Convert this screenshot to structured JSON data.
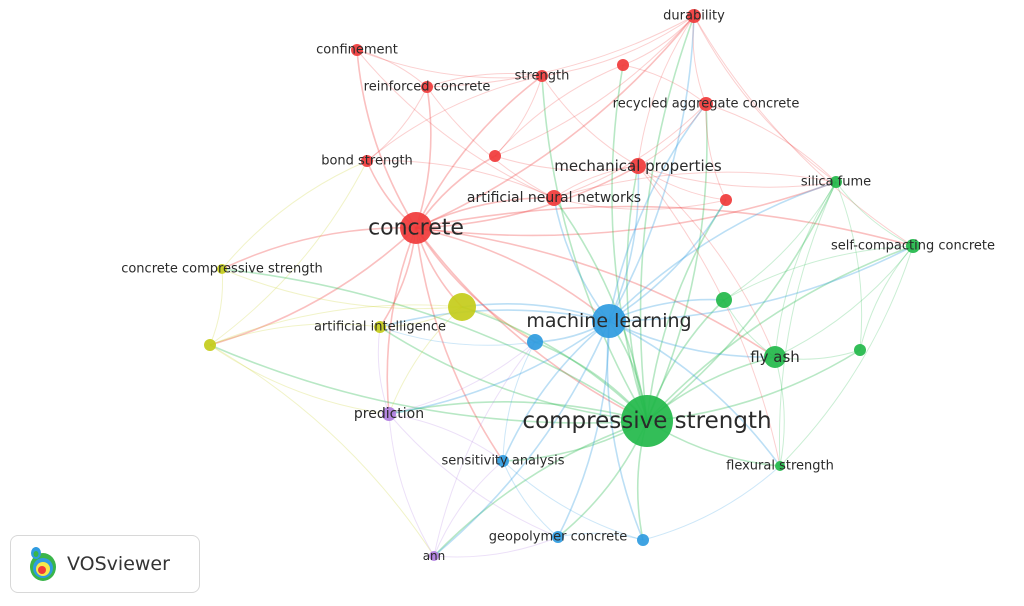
{
  "clusters": {
    "red": "#f03a3a",
    "green": "#22b84a",
    "blue": "#2f9be0",
    "yellow": "#c4cc1a",
    "purple": "#b07ee0"
  },
  "nodes": [
    {
      "id": "concrete",
      "label": "concrete",
      "cluster": "red",
      "weight": 30
    },
    {
      "id": "confinement",
      "label": "confinement",
      "cluster": "red",
      "weight": 7
    },
    {
      "id": "reinforced_concrete",
      "label": "reinforced concrete",
      "cluster": "red",
      "weight": 8
    },
    {
      "id": "strength",
      "label": "strength",
      "cluster": "red",
      "weight": 8
    },
    {
      "id": "durability",
      "label": "durability",
      "cluster": "red",
      "weight": 8
    },
    {
      "id": "recycled_aggregate_concrete",
      "label": "recycled aggregate concrete",
      "cluster": "red",
      "weight": 9
    },
    {
      "id": "red_unlabeled_1",
      "label": "",
      "cluster": "red",
      "weight": 6
    },
    {
      "id": "red_unlabeled_2",
      "label": "",
      "cluster": "red",
      "weight": 7
    },
    {
      "id": "red_unlabeled_3",
      "label": "",
      "cluster": "red",
      "weight": 6
    },
    {
      "id": "bond_strength",
      "label": "bond strength",
      "cluster": "red",
      "weight": 7
    },
    {
      "id": "mechanical_properties",
      "label": "mechanical properties",
      "cluster": "red",
      "weight": 10
    },
    {
      "id": "artificial_neural_networks",
      "label": "artificial neural networks",
      "cluster": "red",
      "weight": 9
    },
    {
      "id": "silica_fume",
      "label": "silica fume",
      "cluster": "green",
      "weight": 7
    },
    {
      "id": "self_compacting_concrete",
      "label": "self-compacting concrete",
      "cluster": "green",
      "weight": 8
    },
    {
      "id": "green_unlabeled_1",
      "label": "",
      "cluster": "green",
      "weight": 8
    },
    {
      "id": "green_unlabeled_2",
      "label": "",
      "cluster": "green",
      "weight": 6
    },
    {
      "id": "fly_ash",
      "label": "fly ash",
      "cluster": "green",
      "weight": 12
    },
    {
      "id": "compressive_strength",
      "label": "compressive strength",
      "cluster": "green",
      "weight": 50
    },
    {
      "id": "flexural_strength",
      "label": "flexural strength",
      "cluster": "green",
      "weight": 7
    },
    {
      "id": "machine_learning",
      "label": "machine learning",
      "cluster": "blue",
      "weight": 30
    },
    {
      "id": "blue_unlabeled_1",
      "label": "",
      "cluster": "blue",
      "weight": 9
    },
    {
      "id": "sensitivity_analysis",
      "label": "sensitivity analysis",
      "cluster": "blue",
      "weight": 8
    },
    {
      "id": "geopolymer_concrete",
      "label": "geopolymer concrete",
      "cluster": "blue",
      "weight": 7
    },
    {
      "id": "blue_unlabeled_2",
      "label": "",
      "cluster": "blue",
      "weight": 6
    },
    {
      "id": "concrete_compressive_strength",
      "label": "concrete compressive strength",
      "cluster": "yellow",
      "weight": 6
    },
    {
      "id": "artificial_intelligence",
      "label": "artificial intelligence",
      "cluster": "yellow",
      "weight": 8
    },
    {
      "id": "yellow_unlabeled_1",
      "label": "",
      "cluster": "yellow",
      "weight": 20
    },
    {
      "id": "yellow_unlabeled_2",
      "label": "",
      "cluster": "yellow",
      "weight": 7
    },
    {
      "id": "prediction",
      "label": "prediction",
      "cluster": "purple",
      "weight": 9
    },
    {
      "id": "ann",
      "label": "ann",
      "cluster": "purple",
      "weight": 6
    }
  ],
  "links": [
    [
      "concrete",
      "compressive_strength"
    ],
    [
      "concrete",
      "machine_learning"
    ],
    [
      "concrete",
      "yellow_unlabeled_1"
    ],
    [
      "concrete",
      "confinement"
    ],
    [
      "concrete",
      "reinforced_concrete"
    ],
    [
      "concrete",
      "strength"
    ],
    [
      "concrete",
      "durability"
    ],
    [
      "concrete",
      "bond_strength"
    ],
    [
      "concrete",
      "mechanical_properties"
    ],
    [
      "concrete",
      "artificial_neural_networks"
    ],
    [
      "concrete",
      "concrete_compressive_strength"
    ],
    [
      "concrete",
      "yellow_unlabeled_2"
    ],
    [
      "concrete",
      "prediction"
    ],
    [
      "concrete",
      "fly_ash"
    ],
    [
      "concrete",
      "silica_fume"
    ],
    [
      "concrete",
      "self_compacting_concrete"
    ],
    [
      "concrete",
      "sensitivity_analysis"
    ],
    [
      "concrete",
      "artificial_intelligence"
    ],
    [
      "concrete",
      "blue_unlabeled_1"
    ],
    [
      "concrete",
      "red_unlabeled_2"
    ],
    [
      "compressive_strength",
      "machine_learning"
    ],
    [
      "compressive_strength",
      "fly_ash"
    ],
    [
      "compressive_strength",
      "silica_fume"
    ],
    [
      "compressive_strength",
      "self_compacting_concrete"
    ],
    [
      "compressive_strength",
      "flexural_strength"
    ],
    [
      "compressive_strength",
      "green_unlabeled_1"
    ],
    [
      "compressive_strength",
      "green_unlabeled_2"
    ],
    [
      "compressive_strength",
      "geopolymer_concrete"
    ],
    [
      "compressive_strength",
      "blue_unlabeled_2"
    ],
    [
      "compressive_strength",
      "sensitivity_analysis"
    ],
    [
      "compressive_strength",
      "prediction"
    ],
    [
      "compressive_strength",
      "mechanical_properties"
    ],
    [
      "compressive_strength",
      "artificial_neural_networks"
    ],
    [
      "compressive_strength",
      "durability"
    ],
    [
      "compressive_strength",
      "recycled_aggregate_concrete"
    ],
    [
      "compressive_strength",
      "strength"
    ],
    [
      "compressive_strength",
      "yellow_unlabeled_1"
    ],
    [
      "compressive_strength",
      "artificial_intelligence"
    ],
    [
      "compressive_strength",
      "blue_unlabeled_1"
    ],
    [
      "compressive_strength",
      "red_unlabeled_3"
    ],
    [
      "compressive_strength",
      "ann"
    ],
    [
      "compressive_strength",
      "yellow_unlabeled_2"
    ],
    [
      "compressive_strength",
      "concrete_compressive_strength"
    ],
    [
      "compressive_strength",
      "red_unlabeled_1"
    ],
    [
      "machine_learning",
      "fly_ash"
    ],
    [
      "machine_learning",
      "blue_unlabeled_1"
    ],
    [
      "machine_learning",
      "sensitivity_analysis"
    ],
    [
      "machine_learning",
      "geopolymer_concrete"
    ],
    [
      "machine_learning",
      "blue_unlabeled_2"
    ],
    [
      "machine_learning",
      "artificial_neural_networks"
    ],
    [
      "machine_learning",
      "mechanical_properties"
    ],
    [
      "machine_learning",
      "silica_fume"
    ],
    [
      "machine_learning",
      "self_compacting_concrete"
    ],
    [
      "machine_learning",
      "green_unlabeled_1"
    ],
    [
      "machine_learning",
      "yellow_unlabeled_1"
    ],
    [
      "machine_learning",
      "prediction"
    ],
    [
      "machine_learning",
      "durability"
    ],
    [
      "machine_learning",
      "recycled_aggregate_concrete"
    ],
    [
      "machine_learning",
      "artificial_intelligence"
    ],
    [
      "machine_learning",
      "ann"
    ],
    [
      "machine_learning",
      "red_unlabeled_3"
    ],
    [
      "machine_learning",
      "flexural_strength"
    ],
    [
      "durability",
      "recycled_aggregate_concrete"
    ],
    [
      "durability",
      "strength"
    ],
    [
      "durability",
      "mechanical_properties"
    ],
    [
      "durability",
      "red_unlabeled_1"
    ],
    [
      "durability",
      "silica_fume"
    ],
    [
      "durability",
      "reinforced_concrete"
    ],
    [
      "durability",
      "self_compacting_concrete"
    ],
    [
      "durability",
      "red_unlabeled_2"
    ],
    [
      "strength",
      "reinforced_concrete"
    ],
    [
      "strength",
      "confinement"
    ],
    [
      "strength",
      "mechanical_properties"
    ],
    [
      "strength",
      "red_unlabeled_2"
    ],
    [
      "strength",
      "bond_strength"
    ],
    [
      "recycled_aggregate_concrete",
      "mechanical_properties"
    ],
    [
      "recycled_aggregate_concrete",
      "red_unlabeled_1"
    ],
    [
      "recycled_aggregate_concrete",
      "artificial_neural_networks"
    ],
    [
      "recycled_aggregate_concrete",
      "red_unlabeled_3"
    ],
    [
      "recycled_aggregate_concrete",
      "silica_fume"
    ],
    [
      "mechanical_properties",
      "artificial_neural_networks"
    ],
    [
      "mechanical_properties",
      "red_unlabeled_2"
    ],
    [
      "mechanical_properties",
      "red_unlabeled_3"
    ],
    [
      "mechanical_properties",
      "fly_ash"
    ],
    [
      "mechanical_properties",
      "silica_fume"
    ],
    [
      "mechanical_properties",
      "flexural_strength"
    ],
    [
      "reinforced_concrete",
      "confinement"
    ],
    [
      "reinforced_concrete",
      "bond_strength"
    ],
    [
      "reinforced_concrete",
      "artificial_neural_networks"
    ],
    [
      "bond_strength",
      "artificial_neural_networks"
    ],
    [
      "confinement",
      "artificial_neural_networks"
    ],
    [
      "fly_ash",
      "silica_fume"
    ],
    [
      "fly_ash",
      "self_compacting_concrete"
    ],
    [
      "fly_ash",
      "green_unlabeled_1"
    ],
    [
      "fly_ash",
      "green_unlabeled_2"
    ],
    [
      "fly_ash",
      "flexural_strength"
    ],
    [
      "silica_fume",
      "self_compacting_concrete"
    ],
    [
      "silica_fume",
      "green_unlabeled_1"
    ],
    [
      "silica_fume",
      "flexural_strength"
    ],
    [
      "silica_fume",
      "green_unlabeled_2"
    ],
    [
      "self_compacting_concrete",
      "green_unlabeled_2"
    ],
    [
      "self_compacting_concrete",
      "flexural_strength"
    ],
    [
      "self_compacting_concrete",
      "green_unlabeled_1"
    ],
    [
      "yellow_unlabeled_1",
      "artificial_intelligence"
    ],
    [
      "yellow_unlabeled_1",
      "yellow_unlabeled_2"
    ],
    [
      "yellow_unlabeled_1",
      "concrete_compressive_strength"
    ],
    [
      "yellow_unlabeled_1",
      "prediction"
    ],
    [
      "yellow_unlabeled_1",
      "blue_unlabeled_1"
    ],
    [
      "yellow_unlabeled_2",
      "concrete_compressive_strength"
    ],
    [
      "yellow_unlabeled_2",
      "artificial_intelligence"
    ],
    [
      "yellow_unlabeled_2",
      "prediction"
    ],
    [
      "yellow_unlabeled_2",
      "ann"
    ],
    [
      "yellow_unlabeled_2",
      "bond_strength"
    ],
    [
      "concrete_compressive_strength",
      "bond_strength"
    ],
    [
      "prediction",
      "ann"
    ],
    [
      "prediction",
      "sensitivity_analysis"
    ],
    [
      "prediction",
      "blue_unlabeled_1"
    ],
    [
      "prediction",
      "artificial_intelligence"
    ],
    [
      "prediction",
      "geopolymer_concrete"
    ],
    [
      "ann",
      "sensitivity_analysis"
    ],
    [
      "ann",
      "geopolymer_concrete"
    ],
    [
      "ann",
      "blue_unlabeled_1"
    ],
    [
      "sensitivity_analysis",
      "geopolymer_concrete"
    ],
    [
      "sensitivity_analysis",
      "blue_unlabeled_1"
    ],
    [
      "sensitivity_analysis",
      "blue_unlabeled_2"
    ],
    [
      "geopolymer_concrete",
      "blue_unlabeled_2"
    ],
    [
      "blue_unlabeled_2",
      "flexural_strength"
    ],
    [
      "blue_unlabeled_1",
      "artificial_intelligence"
    ],
    [
      "artificial_neural_networks",
      "red_unlabeled_3"
    ],
    [
      "artificial_neural_networks",
      "silica_fume"
    ],
    [
      "red_unlabeled_1",
      "red_unlabeled_2"
    ]
  ],
  "logo": {
    "text": "VOSviewer",
    "icon": "vosviewer-logo-icon"
  }
}
